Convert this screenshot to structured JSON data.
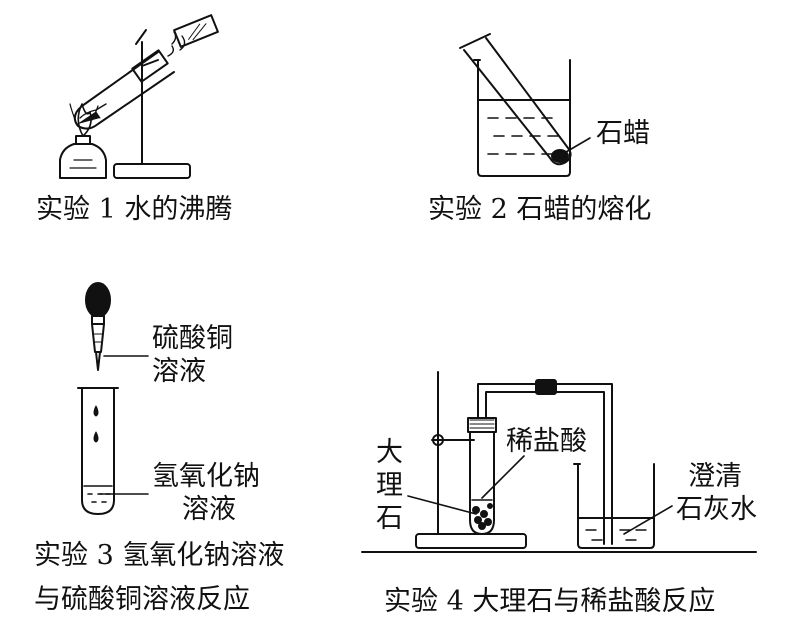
{
  "experiments": [
    {
      "caption": "实验 1  水的沸腾"
    },
    {
      "caption": "实验 2  石蜡的熔化",
      "labels": {
        "wax": "石蜡"
      }
    },
    {
      "caption_line1": "实验 3  氢氧化钠溶液",
      "caption_line2": "与硫酸铜溶液反应",
      "labels": {
        "cuso4_line1": "硫酸铜",
        "cuso4_line2": "溶液",
        "naoh_line1": "氢氧化钠",
        "naoh_line2": "溶液"
      }
    },
    {
      "caption": "实验 4  大理石与稀盐酸反应",
      "labels": {
        "marble_chars": [
          "大",
          "理",
          "石"
        ],
        "acid": "稀盐酸",
        "limewater_line1": "澄清",
        "limewater_line2": "石灰水"
      }
    }
  ]
}
